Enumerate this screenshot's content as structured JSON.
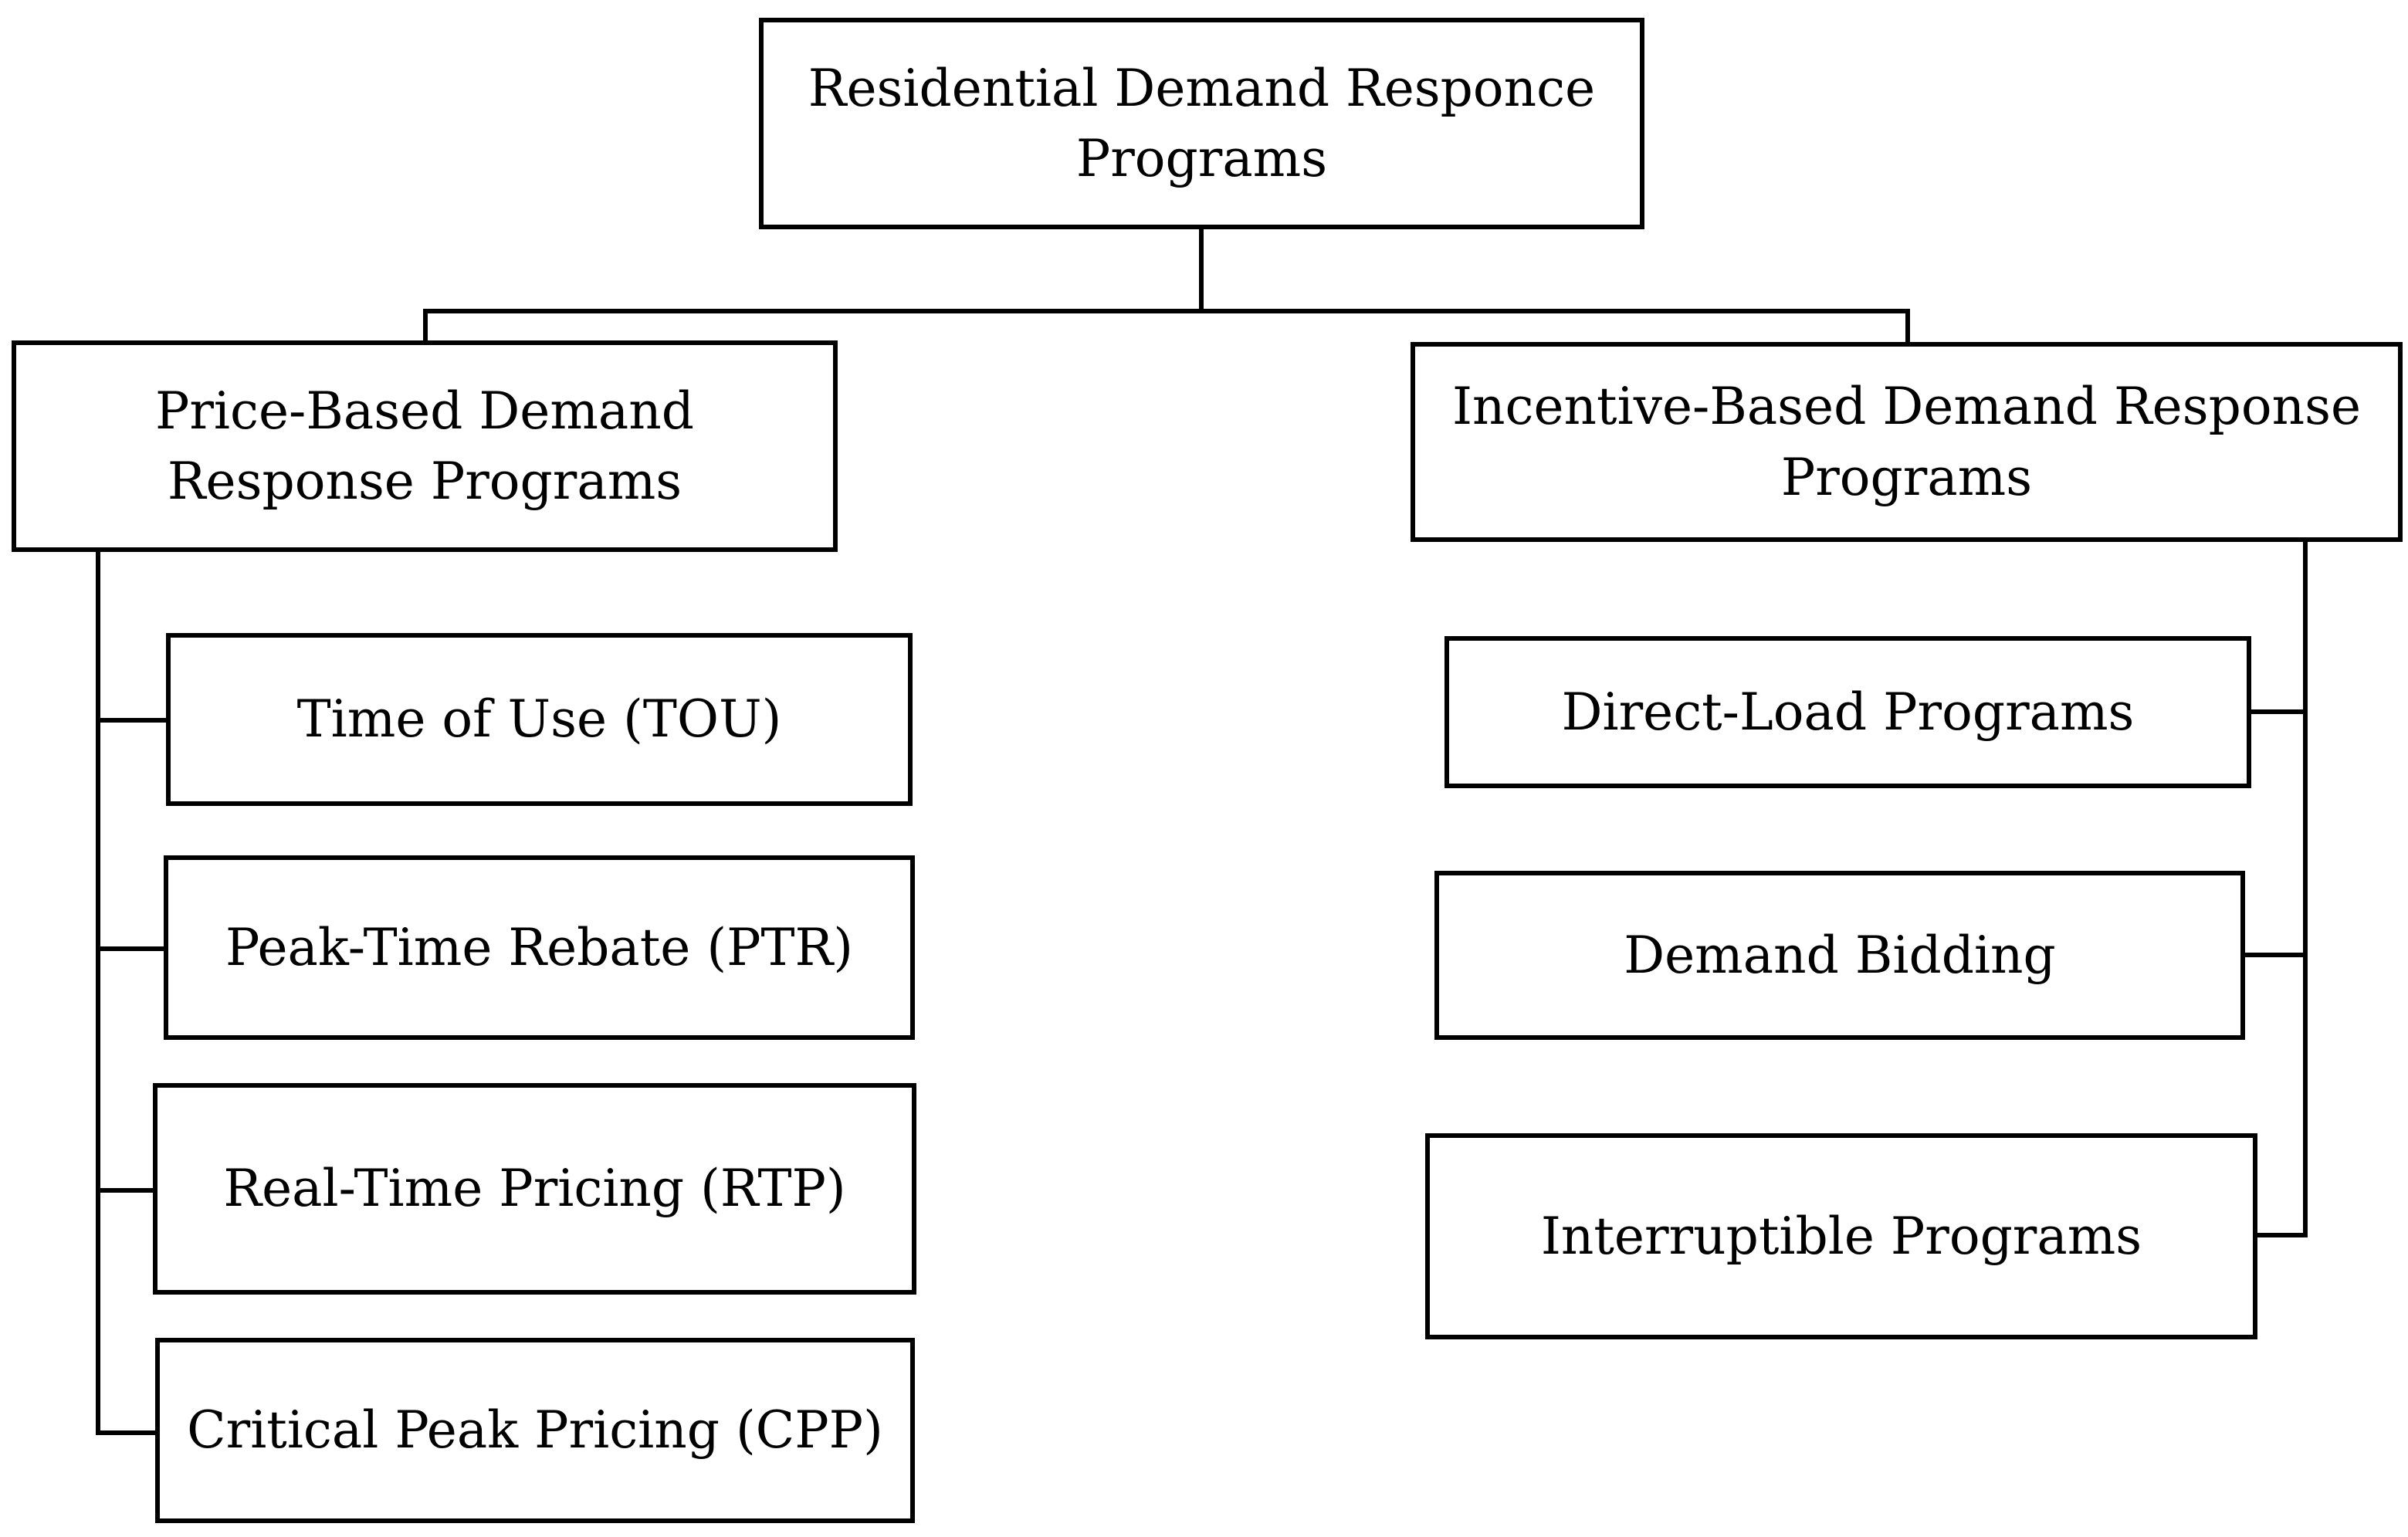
{
  "diagram": {
    "root": {
      "label": "Residential Demand Responce Programs"
    },
    "branches": [
      {
        "label": "Price-Based Demand Response Programs",
        "children": [
          {
            "label": "Time of Use (TOU)"
          },
          {
            "label": "Peak-Time Rebate (PTR)"
          },
          {
            "label": "Real-Time Pricing (RTP)"
          },
          {
            "label": "Critical Peak Pricing (CPP)"
          }
        ]
      },
      {
        "label": "Incentive-Based Demand Response Programs",
        "children": [
          {
            "label": "Direct-Load Programs"
          },
          {
            "label": "Demand Bidding"
          },
          {
            "label": "Interruptible Programs"
          }
        ]
      }
    ]
  }
}
